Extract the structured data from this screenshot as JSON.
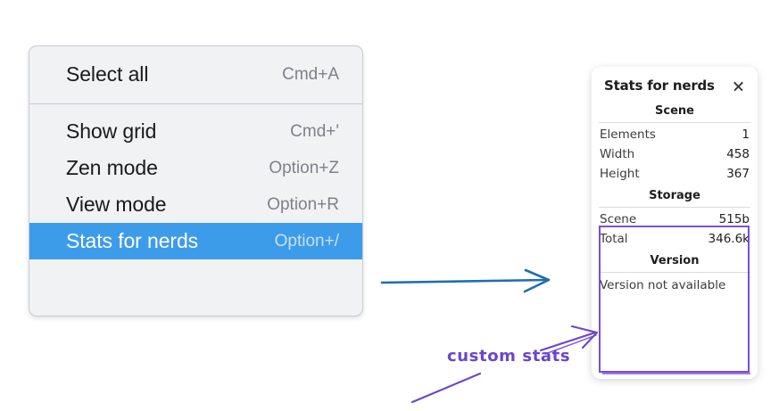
{
  "context_menu": {
    "groups": [
      {
        "items": [
          {
            "label": "Select all",
            "shortcut": "Cmd+A",
            "selected": false
          }
        ]
      },
      {
        "items": [
          {
            "label": "Show grid",
            "shortcut": "Cmd+'",
            "selected": false
          },
          {
            "label": "Zen mode",
            "shortcut": "Option+Z",
            "selected": false
          },
          {
            "label": "View mode",
            "shortcut": "Option+R",
            "selected": false
          },
          {
            "label": "Stats for nerds",
            "shortcut": "Option+/",
            "selected": true
          }
        ]
      }
    ],
    "selected_color": "#3d9ce9"
  },
  "stats_panel": {
    "title": "Stats for nerds",
    "close_icon": "close-icon",
    "sections": [
      {
        "title": "Scene",
        "rows": [
          {
            "key": "Elements",
            "value": "1"
          },
          {
            "key": "Width",
            "value": "458"
          },
          {
            "key": "Height",
            "value": "367"
          }
        ]
      },
      {
        "title": "Storage",
        "rows": [
          {
            "key": "Scene",
            "value": "515b"
          },
          {
            "key": "Total",
            "value": "346.6k"
          }
        ]
      },
      {
        "title": "Version",
        "note": "Version not available"
      }
    ]
  },
  "annotations": {
    "blue_arrow_color": "#1f6eb0",
    "purple_color": "#6a45cf",
    "highlight_box_color": "#7c4dd6",
    "custom_stats_label": "custom stats"
  }
}
